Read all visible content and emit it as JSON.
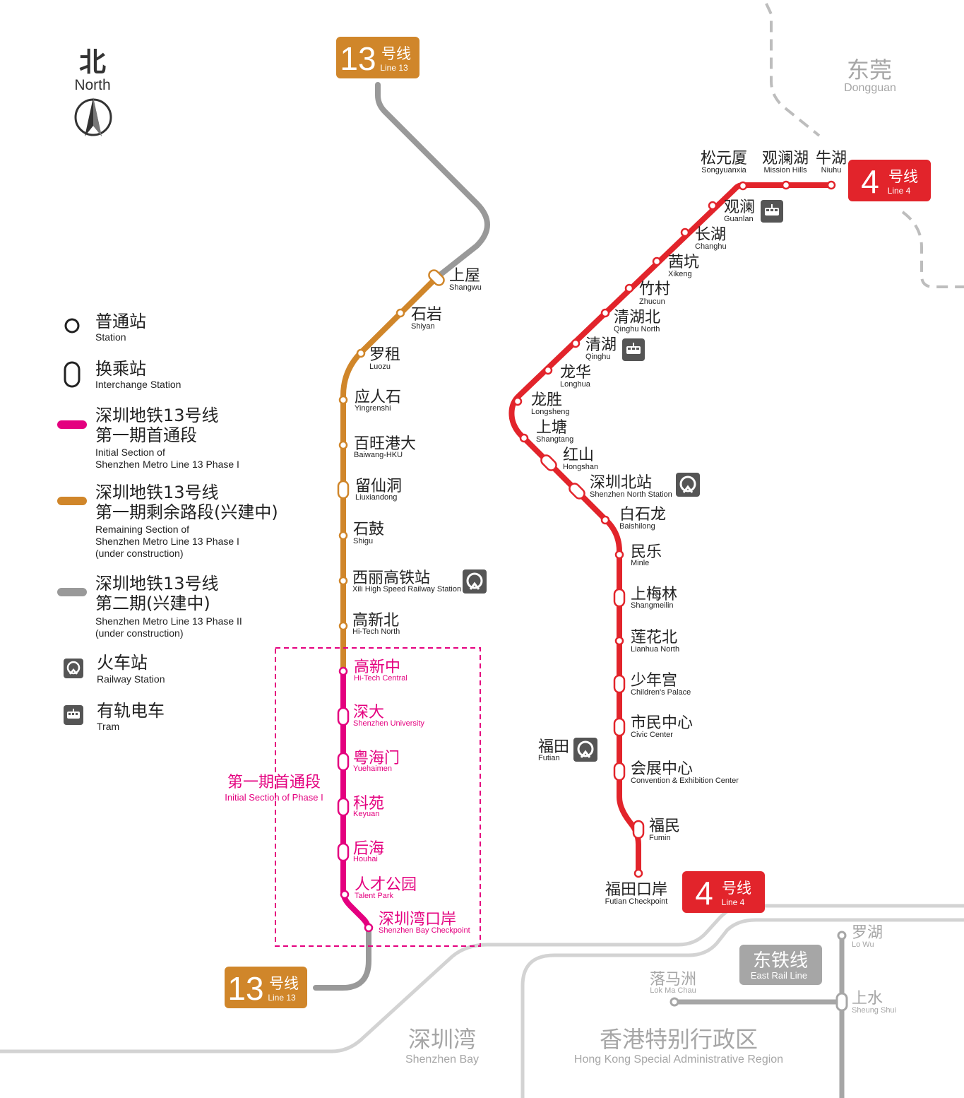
{
  "compass": {
    "cn": "北",
    "en": "North",
    "icon": "compass-north-arrow-icon"
  },
  "region_labels": {
    "dongguan": {
      "cn": "东莞",
      "en": "Dongguan"
    },
    "shenzhen_bay": {
      "cn": "深圳湾",
      "en": "Shenzhen Bay"
    },
    "hong_kong": {
      "cn": "香港特别行政区",
      "en": "Hong Kong Special Administrative Region"
    }
  },
  "badges": {
    "line13_top": {
      "num": "13",
      "cn": "号线",
      "en": "Line 13",
      "color": "#D0862A"
    },
    "line13_bottom": {
      "num": "13",
      "cn": "号线",
      "en": "Line 13",
      "color": "#D0862A"
    },
    "line4_top": {
      "num": "4",
      "cn": "号线",
      "en": "Line 4",
      "color": "#E2242B"
    },
    "line4_bottom": {
      "num": "4",
      "cn": "号线",
      "en": "Line 4",
      "color": "#E2242B"
    },
    "east_rail": {
      "cn": "东铁线",
      "en": "East Rail Line",
      "color": "#A6A6A6"
    }
  },
  "legend": {
    "station": {
      "cn": "普通站",
      "en": "Station"
    },
    "interchange": {
      "cn": "换乘站",
      "en": "Interchange Station"
    },
    "initial_section": {
      "cn1": "深圳地铁13号线",
      "cn2": "第一期首通段",
      "en1": "Initial Section of",
      "en2": "Shenzhen Metro Line 13 Phase I",
      "color": "#E4007F"
    },
    "remaining_section": {
      "cn1": "深圳地铁13号线",
      "cn2": "第一期剩余路段(兴建中)",
      "en1": "Remaining Section of",
      "en2": "Shenzhen Metro Line 13 Phase I",
      "en3": "(under construction)",
      "color": "#D0862A"
    },
    "phase2": {
      "cn1": "深圳地铁13号线",
      "cn2": "第二期(兴建中)",
      "en1": "Shenzhen Metro Line 13 Phase II",
      "en2": "(under construction)",
      "color": "#999999"
    },
    "railway": {
      "cn": "火车站",
      "en": "Railway Station",
      "icon": "railway-station-icon"
    },
    "tram": {
      "cn": "有轨电车",
      "en": "Tram",
      "icon": "tram-icon"
    }
  },
  "phase1_box": {
    "cn": "第一期首通段",
    "en": "Initial Section of Phase I",
    "color": "#E4007F"
  },
  "line13_stations": [
    {
      "cn": "上屋",
      "en": "Shangwu"
    },
    {
      "cn": "石岩",
      "en": "Shiyan"
    },
    {
      "cn": "罗租",
      "en": "Luozu"
    },
    {
      "cn": "应人石",
      "en": "Yingrenshi"
    },
    {
      "cn": "百旺港大",
      "en": "Baiwang-HKU"
    },
    {
      "cn": "留仙洞",
      "en": "Liuxiandong"
    },
    {
      "cn": "石鼓",
      "en": "Shigu"
    },
    {
      "cn": "西丽高铁站",
      "en": "Xili High Speed Railway Station"
    },
    {
      "cn": "高新北",
      "en": "Hi-Tech North"
    },
    {
      "cn": "高新中",
      "en": "Hi-Tech Central"
    },
    {
      "cn": "深大",
      "en": "Shenzhen University"
    },
    {
      "cn": "粤海门",
      "en": "Yuehaimen"
    },
    {
      "cn": "科苑",
      "en": "Keyuan"
    },
    {
      "cn": "后海",
      "en": "Houhai"
    },
    {
      "cn": "人才公园",
      "en": "Talent Park"
    },
    {
      "cn": "深圳湾口岸",
      "en": "Shenzhen Bay Checkpoint"
    }
  ],
  "line4_stations": [
    {
      "cn": "松元厦",
      "en": "Songyuanxia"
    },
    {
      "cn": "观澜湖",
      "en": "Mission Hills"
    },
    {
      "cn": "牛湖",
      "en": "Niuhu"
    },
    {
      "cn": "观澜",
      "en": "Guanlan"
    },
    {
      "cn": "长湖",
      "en": "Changhu"
    },
    {
      "cn": "茜坑",
      "en": "Xikeng"
    },
    {
      "cn": "竹村",
      "en": "Zhucun"
    },
    {
      "cn": "清湖北",
      "en": "Qinghu North"
    },
    {
      "cn": "清湖",
      "en": "Qinghu"
    },
    {
      "cn": "龙华",
      "en": "Longhua"
    },
    {
      "cn": "龙胜",
      "en": "Longsheng"
    },
    {
      "cn": "上塘",
      "en": "Shangtang"
    },
    {
      "cn": "红山",
      "en": "Hongshan"
    },
    {
      "cn": "深圳北站",
      "en": "Shenzhen North Station"
    },
    {
      "cn": "白石龙",
      "en": "Baishilong"
    },
    {
      "cn": "民乐",
      "en": "Minle"
    },
    {
      "cn": "上梅林",
      "en": "Shangmeilin"
    },
    {
      "cn": "莲花北",
      "en": "Lianhua North"
    },
    {
      "cn": "少年宫",
      "en": "Children's Palace"
    },
    {
      "cn": "市民中心",
      "en": "Civic Center"
    },
    {
      "cn": "会展中心",
      "en": "Convention & Exhibition Center"
    },
    {
      "cn": "福民",
      "en": "Fumin"
    },
    {
      "cn": "福田口岸",
      "en": "Futian Checkpoint"
    }
  ],
  "futian_railway": {
    "cn": "福田",
    "en": "Futian"
  },
  "east_rail_stations": [
    {
      "cn": "罗湖",
      "en": "Lo Wu"
    },
    {
      "cn": "上水",
      "en": "Sheung Shui"
    },
    {
      "cn": "落马洲",
      "en": "Lok Ma Chau"
    }
  ]
}
